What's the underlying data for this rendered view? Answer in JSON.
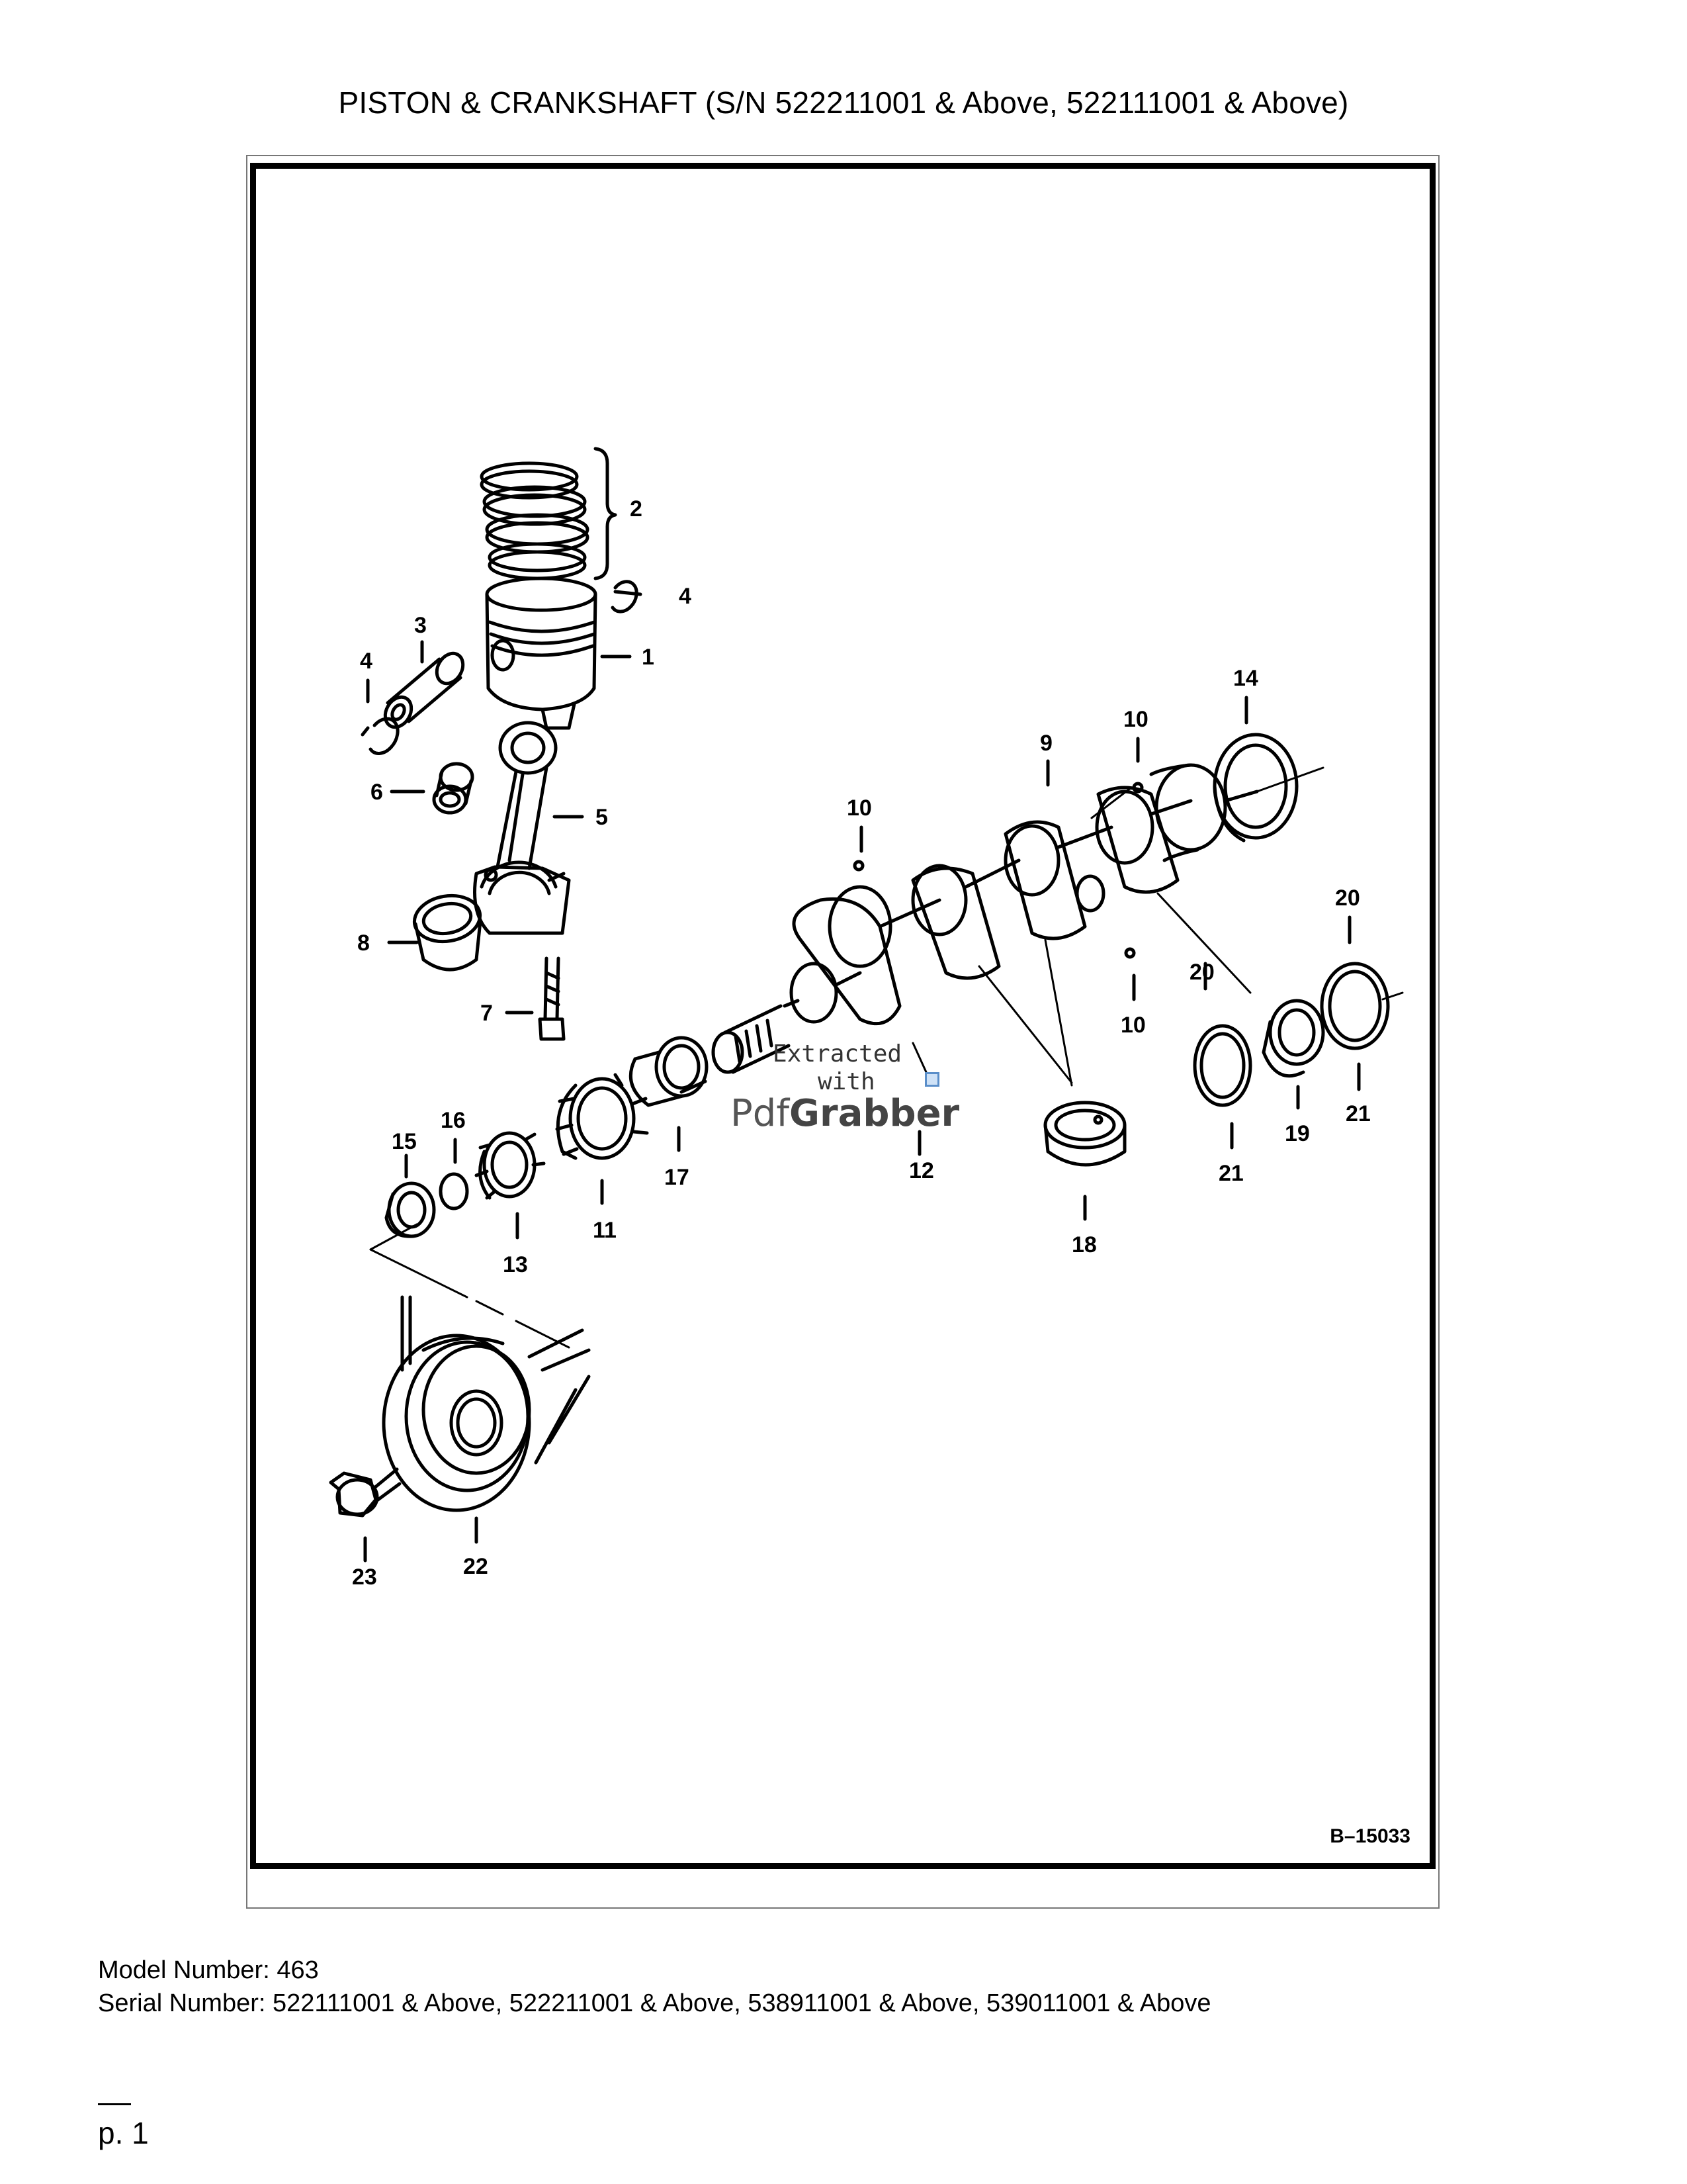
{
  "page": {
    "title": "PISTON & CRANKSHAFT (S/N 522211001 & Above, 522111001 & Above)",
    "drawing_id": "B–15033",
    "model_number": "Model Number: 463",
    "serial_number": "Serial Number: 522111001 & Above, 522211001 & Above, 538911001 & Above, 539011001 & Above",
    "page_number": "p. 1"
  },
  "watermark": {
    "line1": "Extracted",
    "line2": "with",
    "brand_pdf": "Pdf",
    "brand_grabber": "Grabber"
  },
  "callouts": [
    "1",
    "2",
    "3",
    "4",
    "4",
    "5",
    "6",
    "7",
    "8",
    "9",
    "10",
    "10",
    "10",
    "11",
    "12",
    "13",
    "14",
    "15",
    "16",
    "17",
    "18",
    "19",
    "20",
    "20",
    "21",
    "21",
    "22",
    "23"
  ]
}
